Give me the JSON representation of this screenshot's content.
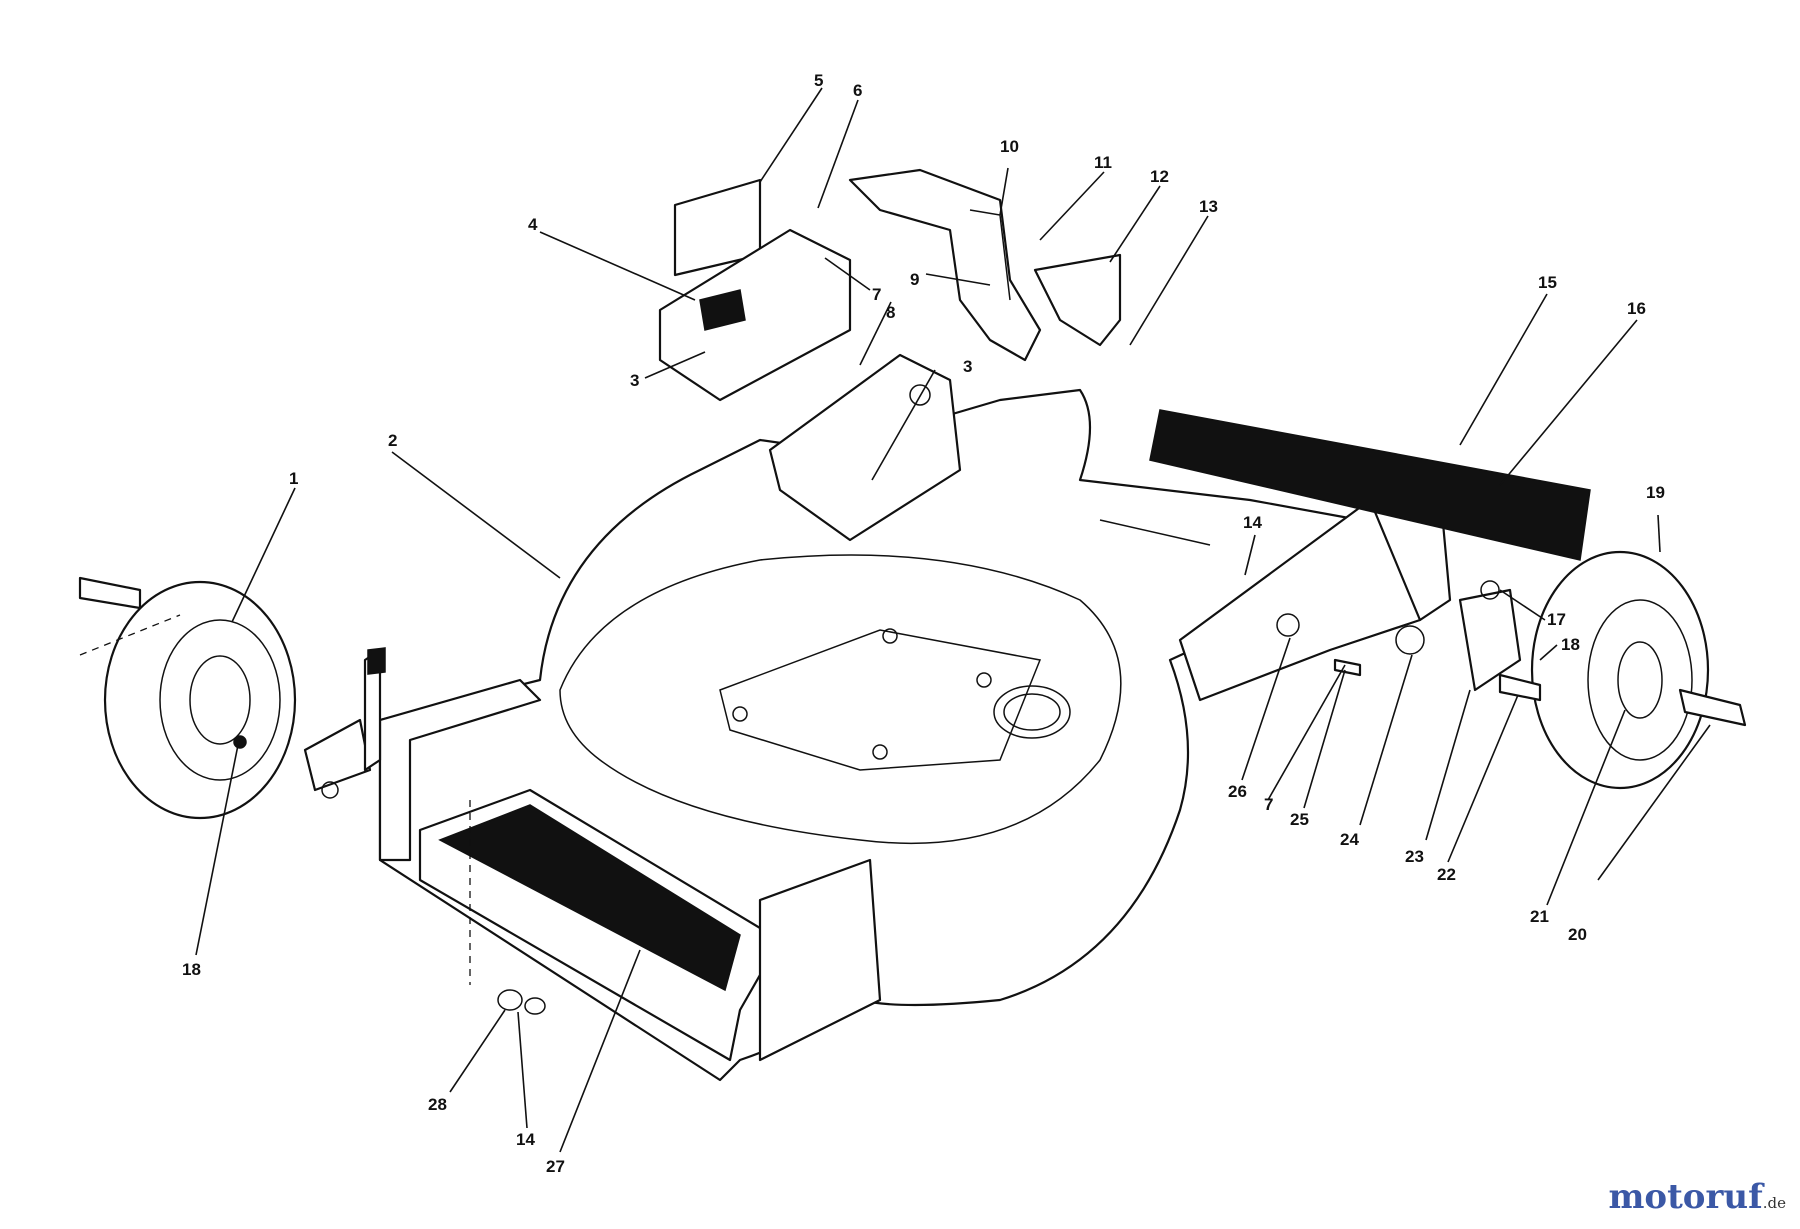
{
  "diagram": {
    "callouts": [
      "1",
      "2",
      "3",
      "3",
      "4",
      "5",
      "6",
      "7",
      "7",
      "8",
      "9",
      "10",
      "11",
      "12",
      "13",
      "14",
      "14",
      "15",
      "16",
      "17",
      "18",
      "18",
      "19",
      "20",
      "21",
      "22",
      "23",
      "24",
      "25",
      "26",
      "27",
      "28"
    ]
  },
  "watermark": {
    "brand": "motoruf",
    "tld": ".de"
  },
  "colors": {
    "line": "#111111",
    "watermark": "#3b58a6"
  }
}
